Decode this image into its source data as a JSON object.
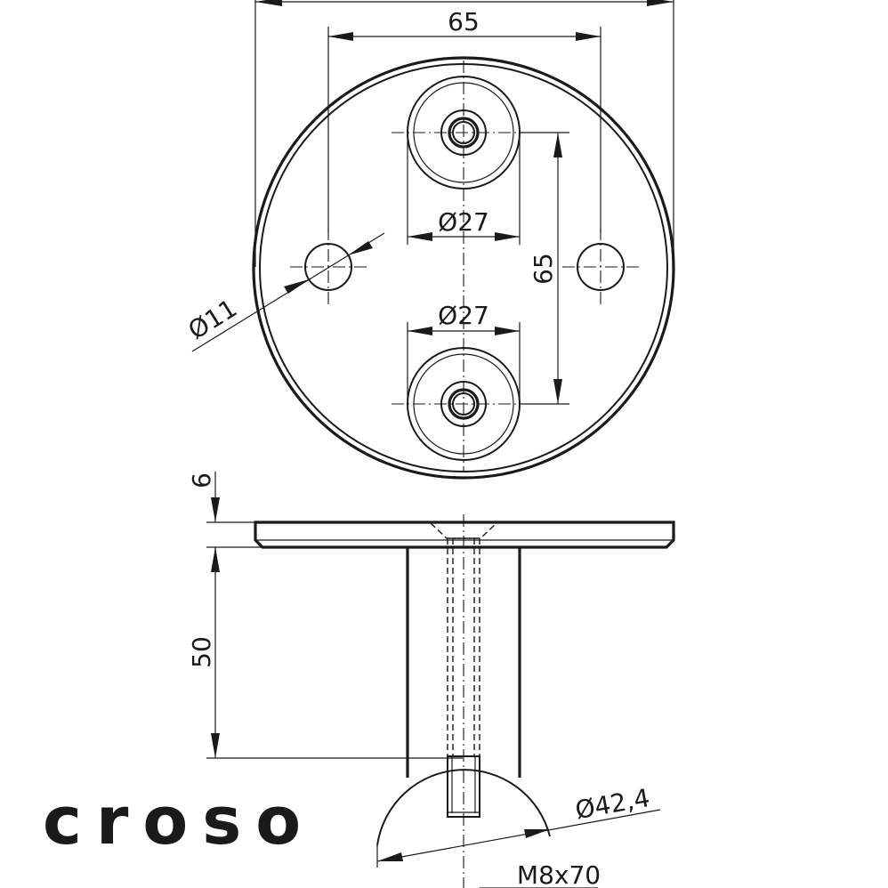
{
  "drawing": {
    "dimensions": {
      "hole_spacing_horizontal": "65",
      "hole_spacing_vertical": "65",
      "boss_diameter_upper": "Ø27",
      "boss_diameter_lower": "Ø27",
      "hole_diameter": "Ø11",
      "plate_thickness": "6",
      "post_height": "50",
      "tube_diameter": "Ø42,4",
      "screw": "M8x70"
    }
  },
  "brand": {
    "logo_text": "croso"
  }
}
